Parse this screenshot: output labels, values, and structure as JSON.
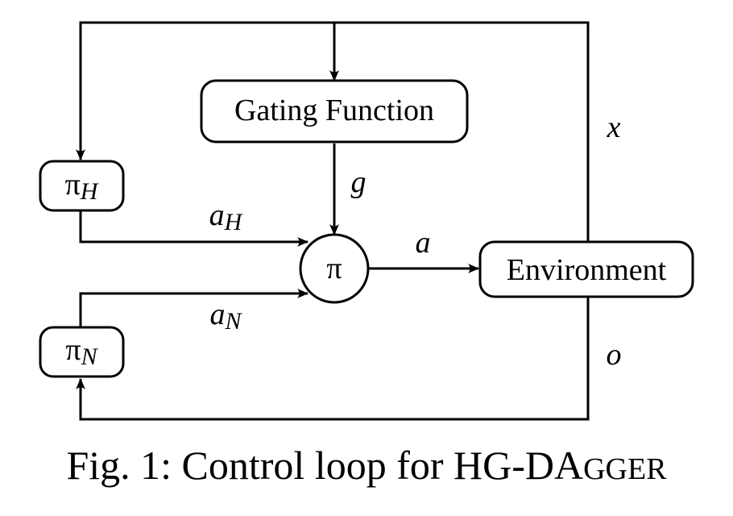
{
  "diagram": {
    "nodes": {
      "gating": {
        "label": "Gating Function"
      },
      "pi_h": {
        "label_main": "π",
        "label_sub": "H"
      },
      "pi_n": {
        "label_main": "π",
        "label_sub": "N"
      },
      "pi": {
        "label": "π"
      },
      "environment": {
        "label": "Environment"
      }
    },
    "edge_labels": {
      "x": "x",
      "g": "g",
      "a_h_main": "a",
      "a_h_sub": "H",
      "a_n_main": "a",
      "a_n_sub": "N",
      "a": "a",
      "o": "o"
    }
  },
  "caption": {
    "prefix": "Fig. 1: Control loop for HG-D",
    "caps_first": "A",
    "caps_rest": "gger"
  }
}
